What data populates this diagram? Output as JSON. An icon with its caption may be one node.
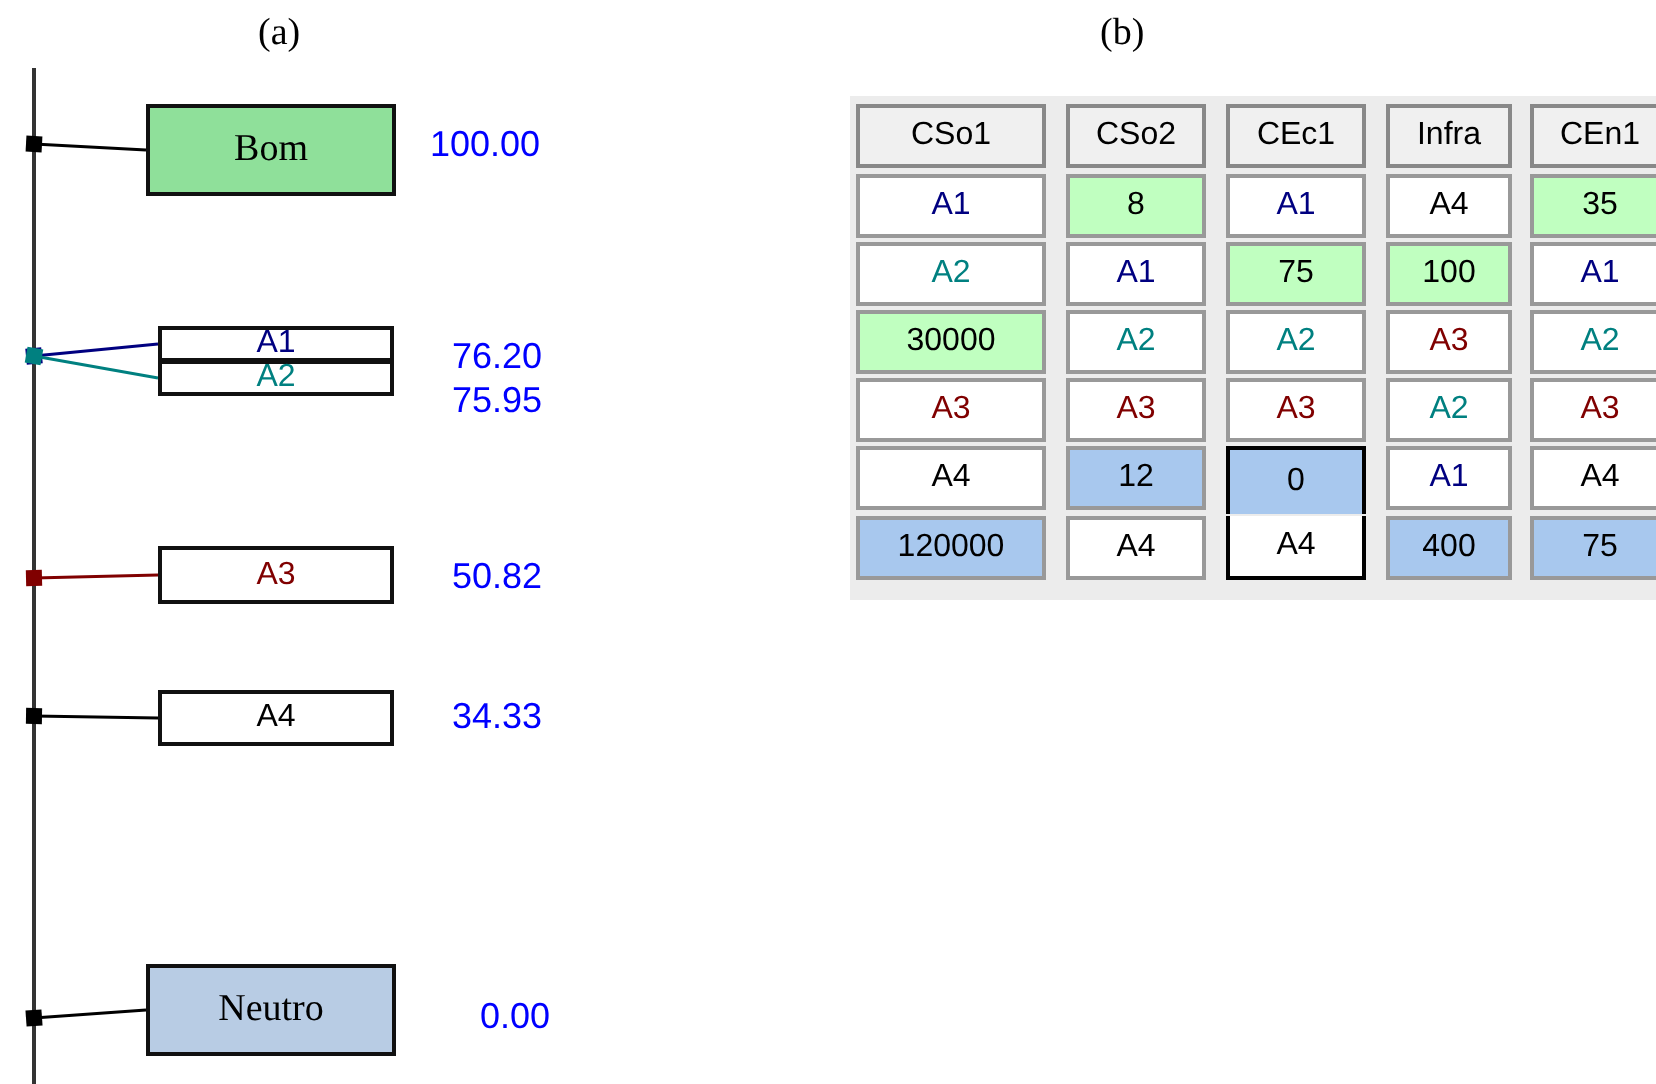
{
  "diagram": {
    "nodes": [
      {
        "text": [
          "Bom"
        ],
        "beside": [
          "100.00"
        ]
      },
      {
        "text": [
          "A1"
        ],
        "beside": [
          "76.20"
        ]
      },
      {
        "text": [
          "A2"
        ],
        "beside": [
          "75.95"
        ]
      },
      {
        "text": [
          "A3"
        ],
        "beside": [
          "50.82"
        ]
      },
      {
        "text": [
          "A4"
        ],
        "beside": [
          "34.33"
        ]
      },
      {
        "text": [
          "Neutro"
        ],
        "beside": [
          "0.00"
        ]
      }
    ],
    "edges": [
      {
        "from": null,
        "to": 0,
        "arrow": "other"
      },
      {
        "from": null,
        "to": 1,
        "arrow": "other",
        "color": "#000080"
      },
      {
        "from": null,
        "to": 2,
        "arrow": "other",
        "color": "#008080"
      },
      {
        "from": null,
        "to": 3,
        "arrow": "other",
        "color": "#800000"
      },
      {
        "from": null,
        "to": 4,
        "arrow": "other"
      },
      {
        "from": null,
        "to": 5,
        "arrow": "other"
      }
    ],
    "labels": [
      "(a)",
      "(b)",
      "CSo1",
      "CSo2",
      "CEc1",
      "Infra",
      "CEn1",
      "A1",
      "8",
      "A1",
      "A4",
      "35",
      "A2",
      "A1",
      "75",
      "100",
      "A1",
      "30000",
      "A2",
      "A2",
      "A3",
      "A2",
      "A3",
      "A3",
      "A3",
      "A2",
      "A3",
      "A4",
      "12",
      "0",
      "A1",
      "A4",
      "120000",
      "A4",
      "A4",
      "400",
      "75"
    ]
  }
}
